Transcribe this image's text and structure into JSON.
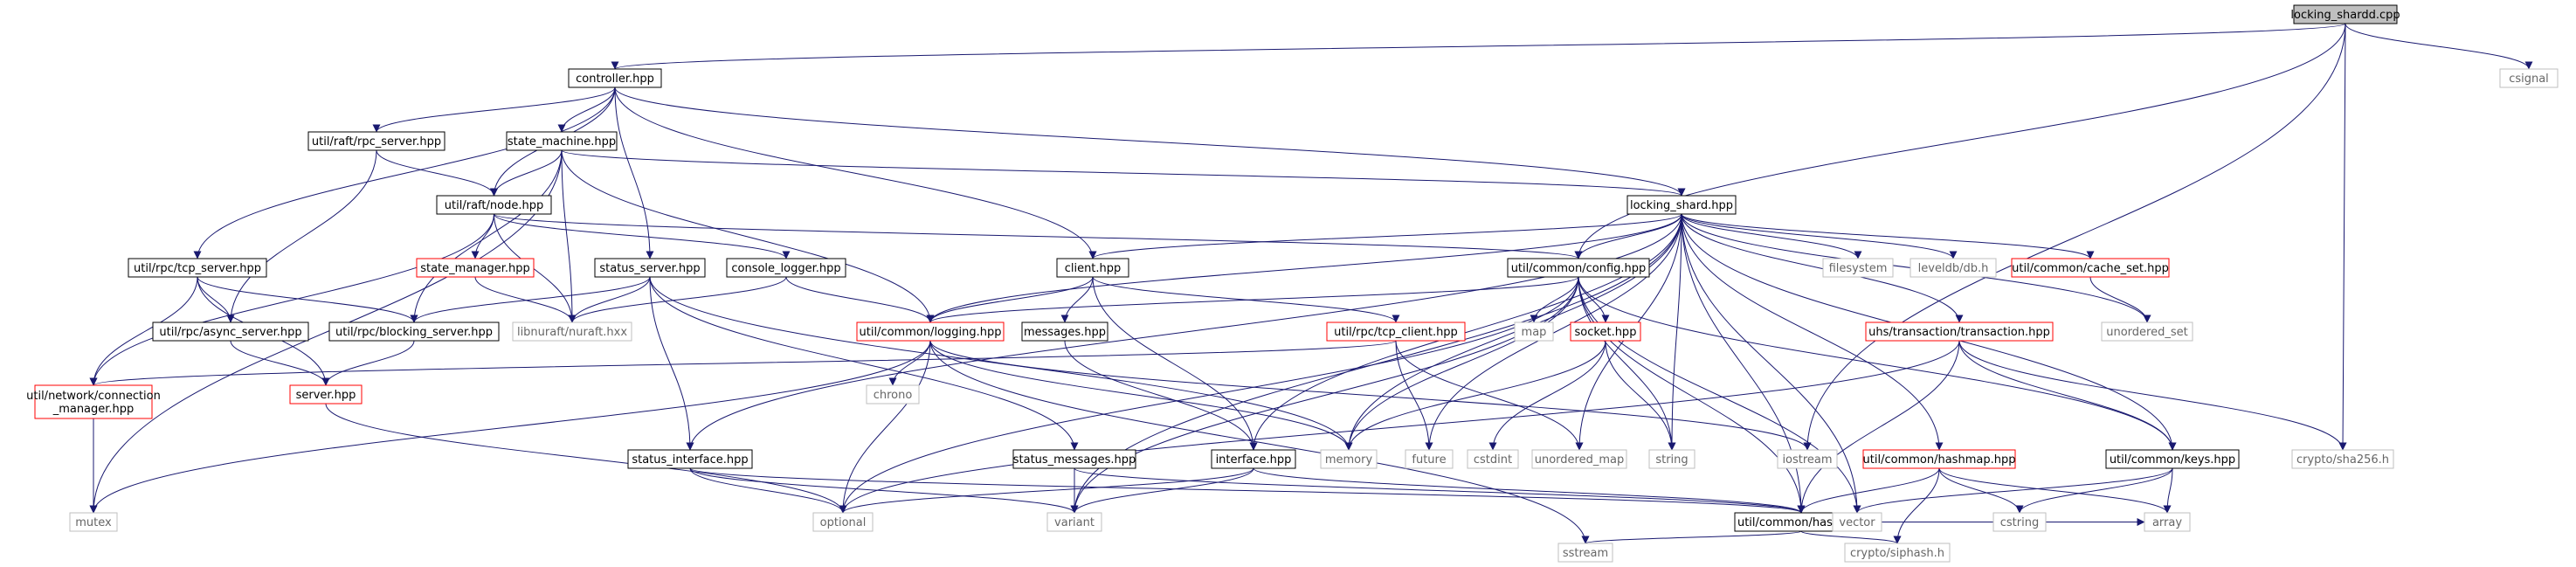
{
  "graph": {
    "colors": {
      "edge": "#191970",
      "box_black": "#000000",
      "box_red": "#ff0000",
      "box_gray": "#bfbfbf",
      "root_fill": "#bfbfbf",
      "text": "#000000",
      "text_gray": "#666666"
    },
    "nodes": [
      {
        "id": "locking_shardd_cpp",
        "label": "locking_shardd.cpp",
        "style": "root"
      },
      {
        "id": "controller_hpp",
        "label": "controller.hpp",
        "style": "black"
      },
      {
        "id": "csignal",
        "label": "csignal",
        "style": "gray"
      },
      {
        "id": "crypto_sha256_h",
        "label": "crypto/sha256.h",
        "style": "gray"
      },
      {
        "id": "util_raft_rpc_server_hpp",
        "label": "util/raft/rpc_server.hpp",
        "style": "black"
      },
      {
        "id": "state_machine_hpp",
        "label": "state_machine.hpp",
        "style": "black"
      },
      {
        "id": "util_raft_node_hpp",
        "label": "util/raft/node.hpp",
        "style": "black"
      },
      {
        "id": "locking_shard_hpp",
        "label": "locking_shard.hpp",
        "style": "black"
      },
      {
        "id": "util_rpc_tcp_server_hpp",
        "label": "util/rpc/tcp_server.hpp",
        "style": "black"
      },
      {
        "id": "state_manager_hpp",
        "label": "state_manager.hpp",
        "style": "red"
      },
      {
        "id": "status_server_hpp",
        "label": "status_server.hpp",
        "style": "black"
      },
      {
        "id": "console_logger_hpp",
        "label": "console_logger.hpp",
        "style": "black"
      },
      {
        "id": "client_hpp",
        "label": "client.hpp",
        "style": "black"
      },
      {
        "id": "util_common_config_hpp",
        "label": "util/common/config.hpp",
        "style": "black"
      },
      {
        "id": "filesystem",
        "label": "filesystem",
        "style": "gray"
      },
      {
        "id": "leveldb_db_h",
        "label": "leveldb/db.h",
        "style": "gray"
      },
      {
        "id": "util_common_cache_set_hpp",
        "label": "util/common/cache_set.hpp",
        "style": "red"
      },
      {
        "id": "unordered_set",
        "label": "unordered_set",
        "style": "gray"
      },
      {
        "id": "util_rpc_async_server_hpp",
        "label": "util/rpc/async_server.hpp",
        "style": "black"
      },
      {
        "id": "util_rpc_blocking_server_hpp",
        "label": "util/rpc/blocking_server.hpp",
        "style": "black"
      },
      {
        "id": "libnuraft_nuraft_hxx",
        "label": "libnuraft/nuraft.hxx",
        "style": "gray"
      },
      {
        "id": "util_common_logging_hpp",
        "label": "util/common/logging.hpp",
        "style": "red"
      },
      {
        "id": "messages_hpp",
        "label": "messages.hpp",
        "style": "black"
      },
      {
        "id": "util_rpc_tcp_client_hpp",
        "label": "util/rpc/tcp_client.hpp",
        "style": "red"
      },
      {
        "id": "map",
        "label": "map",
        "style": "gray"
      },
      {
        "id": "socket_hpp",
        "label": "socket.hpp",
        "style": "red"
      },
      {
        "id": "uhs_transaction_transaction_hpp",
        "label": "uhs/transaction/transaction.hpp",
        "style": "red"
      },
      {
        "id": "util_network_connection_manager_hpp",
        "label": "util/network/connection\n_manager.hpp",
        "style": "red"
      },
      {
        "id": "server_hpp",
        "label": "server.hpp",
        "style": "red"
      },
      {
        "id": "chrono",
        "label": "chrono",
        "style": "gray"
      },
      {
        "id": "status_interface_hpp",
        "label": "status_interface.hpp",
        "style": "black"
      },
      {
        "id": "status_messages_hpp",
        "label": "status_messages.hpp",
        "style": "black"
      },
      {
        "id": "interface_hpp",
        "label": "interface.hpp",
        "style": "black"
      },
      {
        "id": "memory",
        "label": "memory",
        "style": "gray"
      },
      {
        "id": "future",
        "label": "future",
        "style": "gray"
      },
      {
        "id": "cstdint",
        "label": "cstdint",
        "style": "gray"
      },
      {
        "id": "unordered_map",
        "label": "unordered_map",
        "style": "gray"
      },
      {
        "id": "string",
        "label": "string",
        "style": "gray"
      },
      {
        "id": "iostream",
        "label": "iostream",
        "style": "gray"
      },
      {
        "id": "util_common_keys_hpp",
        "label": "util/common/keys.hpp",
        "style": "black"
      },
      {
        "id": "util_common_hashmap_hpp",
        "label": "util/common/hashmap.hpp",
        "style": "red"
      },
      {
        "id": "mutex",
        "label": "mutex",
        "style": "gray"
      },
      {
        "id": "optional",
        "label": "optional",
        "style": "gray"
      },
      {
        "id": "variant",
        "label": "variant",
        "style": "gray"
      },
      {
        "id": "util_common_hash_hpp",
        "label": "util/common/hash.hpp",
        "style": "black"
      },
      {
        "id": "vector",
        "label": "vector",
        "style": "gray"
      },
      {
        "id": "cstring",
        "label": "cstring",
        "style": "gray"
      },
      {
        "id": "array",
        "label": "array",
        "style": "gray"
      },
      {
        "id": "sstream",
        "label": "sstream",
        "style": "gray"
      },
      {
        "id": "crypto_siphash_h",
        "label": "crypto/siphash.h",
        "style": "gray"
      }
    ],
    "edges": [
      [
        "locking_shardd_cpp",
        "controller_hpp"
      ],
      [
        "locking_shardd_cpp",
        "csignal"
      ],
      [
        "locking_shardd_cpp",
        "crypto_sha256_h"
      ],
      [
        "locking_shardd_cpp",
        "util_common_config_hpp"
      ],
      [
        "locking_shardd_cpp",
        "iostream"
      ],
      [
        "controller_hpp",
        "util_raft_rpc_server_hpp"
      ],
      [
        "controller_hpp",
        "state_machine_hpp"
      ],
      [
        "controller_hpp",
        "util_raft_node_hpp"
      ],
      [
        "controller_hpp",
        "util_rpc_tcp_server_hpp"
      ],
      [
        "controller_hpp",
        "status_server_hpp"
      ],
      [
        "controller_hpp",
        "client_hpp"
      ],
      [
        "controller_hpp",
        "locking_shard_hpp"
      ],
      [
        "util_raft_rpc_server_hpp",
        "util_raft_node_hpp"
      ],
      [
        "util_raft_rpc_server_hpp",
        "util_rpc_async_server_hpp"
      ],
      [
        "state_machine_hpp",
        "locking_shard_hpp"
      ],
      [
        "state_machine_hpp",
        "util_raft_node_hpp"
      ],
      [
        "state_machine_hpp",
        "libnuraft_nuraft_hxx"
      ],
      [
        "state_machine_hpp",
        "util_common_logging_hpp"
      ],
      [
        "state_machine_hpp",
        "util_rpc_blocking_server_hpp"
      ],
      [
        "state_machine_hpp",
        "mutex"
      ],
      [
        "util_raft_node_hpp",
        "state_manager_hpp"
      ],
      [
        "util_raft_node_hpp",
        "console_logger_hpp"
      ],
      [
        "util_raft_node_hpp",
        "libnuraft_nuraft_hxx"
      ],
      [
        "util_raft_node_hpp",
        "util_network_connection_manager_hpp"
      ],
      [
        "util_raft_node_hpp",
        "util_common_config_hpp"
      ],
      [
        "util_rpc_tcp_server_hpp",
        "util_rpc_async_server_hpp"
      ],
      [
        "util_rpc_tcp_server_hpp",
        "util_rpc_blocking_server_hpp"
      ],
      [
        "util_rpc_tcp_server_hpp",
        "util_network_connection_manager_hpp"
      ],
      [
        "util_rpc_tcp_server_hpp",
        "server_hpp"
      ],
      [
        "state_manager_hpp",
        "libnuraft_nuraft_hxx"
      ],
      [
        "status_server_hpp",
        "util_rpc_blocking_server_hpp"
      ],
      [
        "status_server_hpp",
        "libnuraft_nuraft_hxx"
      ],
      [
        "status_server_hpp",
        "status_interface_hpp"
      ],
      [
        "status_server_hpp",
        "status_messages_hpp"
      ],
      [
        "status_server_hpp",
        "memory"
      ],
      [
        "console_logger_hpp",
        "util_common_logging_hpp"
      ],
      [
        "console_logger_hpp",
        "libnuraft_nuraft_hxx"
      ],
      [
        "client_hpp",
        "util_common_logging_hpp"
      ],
      [
        "client_hpp",
        "messages_hpp"
      ],
      [
        "client_hpp",
        "util_rpc_tcp_client_hpp"
      ],
      [
        "client_hpp",
        "interface_hpp"
      ],
      [
        "locking_shard_hpp",
        "client_hpp"
      ],
      [
        "locking_shard_hpp",
        "util_common_config_hpp"
      ],
      [
        "locking_shard_hpp",
        "filesystem"
      ],
      [
        "locking_shard_hpp",
        "leveldb_db_h"
      ],
      [
        "locking_shard_hpp",
        "util_common_cache_set_hpp"
      ],
      [
        "locking_shard_hpp",
        "unordered_set"
      ],
      [
        "locking_shard_hpp",
        "util_common_logging_hpp"
      ],
      [
        "locking_shard_hpp",
        "uhs_transaction_transaction_hpp"
      ],
      [
        "locking_shard_hpp",
        "status_interface_hpp"
      ],
      [
        "locking_shard_hpp",
        "interface_hpp"
      ],
      [
        "locking_shard_hpp",
        "memory"
      ],
      [
        "locking_shard_hpp",
        "future"
      ],
      [
        "locking_shard_hpp",
        "unordered_map"
      ],
      [
        "locking_shard_hpp",
        "string"
      ],
      [
        "locking_shard_hpp",
        "util_common_keys_hpp"
      ],
      [
        "locking_shard_hpp",
        "util_common_hashmap_hpp"
      ],
      [
        "locking_shard_hpp",
        "util_common_hash_hpp"
      ],
      [
        "locking_shard_hpp",
        "vector"
      ],
      [
        "locking_shard_hpp",
        "variant"
      ],
      [
        "util_common_config_hpp",
        "util_common_logging_hpp"
      ],
      [
        "util_common_config_hpp",
        "map"
      ],
      [
        "util_common_config_hpp",
        "socket_hpp"
      ],
      [
        "util_common_config_hpp",
        "util_common_keys_hpp"
      ],
      [
        "util_common_config_hpp",
        "util_common_hash_hpp"
      ],
      [
        "util_common_config_hpp",
        "optional"
      ],
      [
        "util_common_config_hpp",
        "string"
      ],
      [
        "util_common_config_hpp",
        "vector"
      ],
      [
        "util_common_config_hpp",
        "variant"
      ],
      [
        "util_common_config_hpp",
        "memory"
      ],
      [
        "util_common_cache_set_hpp",
        "unordered_set"
      ],
      [
        "util_rpc_async_server_hpp",
        "server_hpp"
      ],
      [
        "util_rpc_blocking_server_hpp",
        "server_hpp"
      ],
      [
        "util_common_logging_hpp",
        "chrono"
      ],
      [
        "util_common_logging_hpp",
        "optional"
      ],
      [
        "util_common_logging_hpp",
        "mutex"
      ],
      [
        "util_common_logging_hpp",
        "sstream"
      ],
      [
        "util_common_logging_hpp",
        "iostream"
      ],
      [
        "util_common_logging_hpp",
        "memory"
      ],
      [
        "messages_hpp",
        "interface_hpp"
      ],
      [
        "util_rpc_tcp_client_hpp",
        "util_network_connection_manager_hpp"
      ],
      [
        "util_rpc_tcp_client_hpp",
        "future"
      ],
      [
        "util_rpc_tcp_client_hpp",
        "unordered_map"
      ],
      [
        "socket_hpp",
        "memory"
      ],
      [
        "socket_hpp",
        "string"
      ],
      [
        "socket_hpp",
        "cstdint"
      ],
      [
        "uhs_transaction_transaction_hpp",
        "util_common_hash_hpp"
      ],
      [
        "uhs_transaction_transaction_hpp",
        "util_common_keys_hpp"
      ],
      [
        "uhs_transaction_transaction_hpp",
        "optional"
      ],
      [
        "uhs_transaction_transaction_hpp",
        "crypto_sha256_h"
      ],
      [
        "util_network_connection_manager_hpp",
        "mutex"
      ],
      [
        "server_hpp",
        "optional"
      ],
      [
        "status_interface_hpp",
        "optional"
      ],
      [
        "status_interface_hpp",
        "variant"
      ],
      [
        "status_interface_hpp",
        "util_common_hash_hpp"
      ],
      [
        "status_messages_hpp",
        "variant"
      ],
      [
        "status_messages_hpp",
        "util_common_hash_hpp"
      ],
      [
        "interface_hpp",
        "optional"
      ],
      [
        "interface_hpp",
        "variant"
      ],
      [
        "interface_hpp",
        "util_common_hash_hpp"
      ],
      [
        "util_common_keys_hpp",
        "vector"
      ],
      [
        "util_common_keys_hpp",
        "cstring"
      ],
      [
        "util_common_keys_hpp",
        "array"
      ],
      [
        "util_common_hashmap_hpp",
        "util_common_hash_hpp"
      ],
      [
        "util_common_hashmap_hpp",
        "array"
      ],
      [
        "util_common_hashmap_hpp",
        "crypto_siphash_h"
      ],
      [
        "util_common_hashmap_hpp",
        "cstring"
      ],
      [
        "util_common_hash_hpp",
        "array"
      ],
      [
        "util_common_hash_hpp",
        "sstream"
      ],
      [
        "util_common_hash_hpp",
        "crypto_siphash_h"
      ],
      [
        "util_common_hash_hpp",
        "vector"
      ]
    ]
  }
}
